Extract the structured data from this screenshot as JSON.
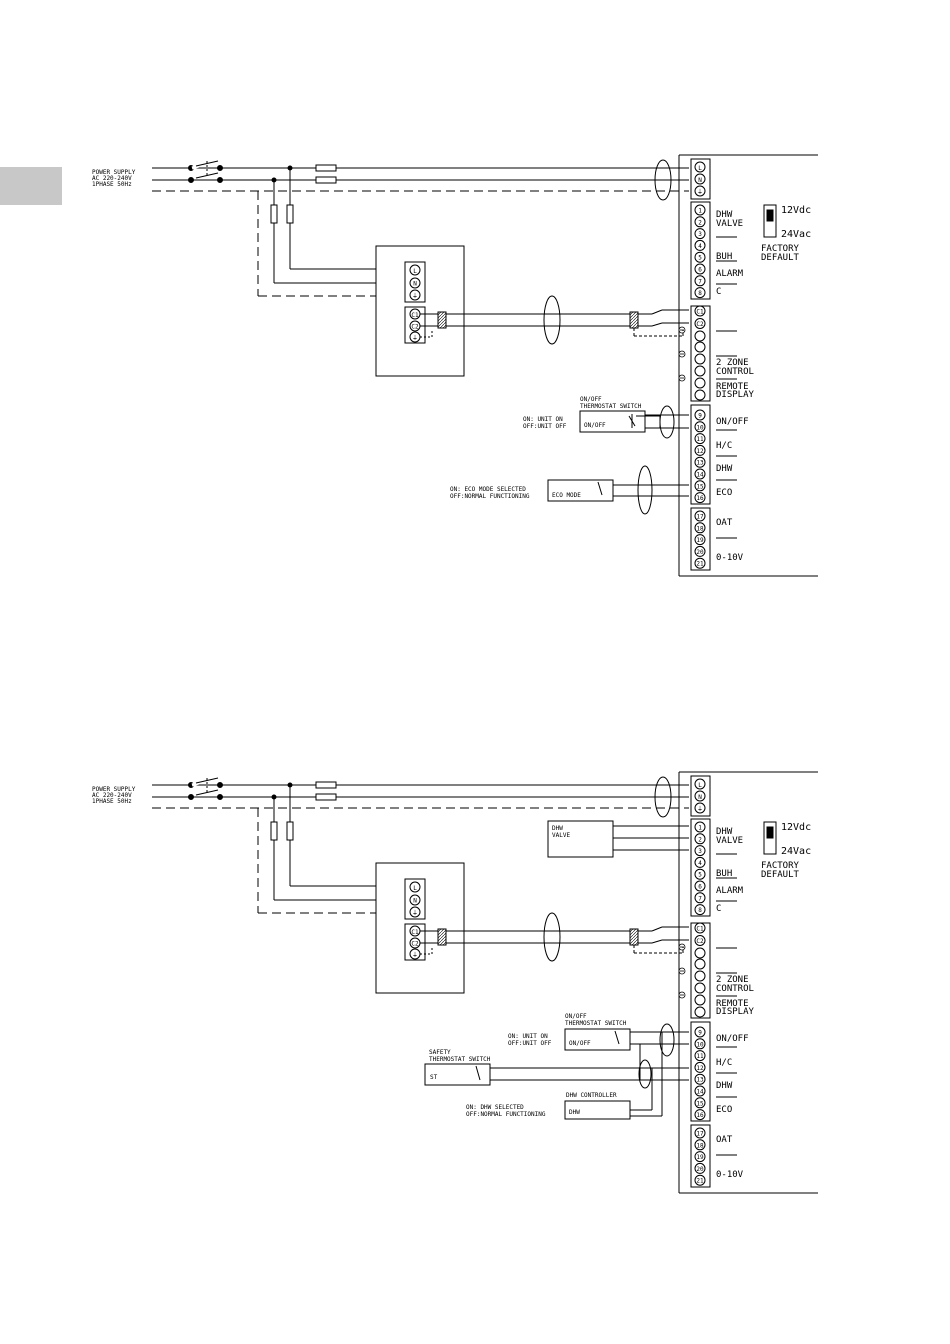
{
  "page": {
    "side_tab_color": "#c8c8c8"
  },
  "power_supply": [
    "POWER SUPPLY",
    "AC 220-240V",
    "1PHASE 50Hz"
  ],
  "indoor_power_terminals": [
    "L",
    "N",
    "⏚"
  ],
  "indoor_comm_terminals": [
    "C1",
    "C2",
    "⏚"
  ],
  "top_terminals": [
    "L",
    "N",
    "⏚"
  ],
  "numbered_terminals": [
    "1",
    "2",
    "3",
    "4",
    "5",
    "6",
    "7",
    "8"
  ],
  "comm_terminals": [
    "C1",
    "C2"
  ],
  "lower_terminals": [
    "9",
    "10",
    "11",
    "12",
    "13",
    "14",
    "15",
    "16"
  ],
  "analog_terminals": [
    "17",
    "18",
    "19",
    "20",
    "21"
  ],
  "board_labels": {
    "dhw_valve": [
      "DHW",
      "VALVE"
    ],
    "buh": "BUH",
    "alarm": "ALARM",
    "c": "C",
    "zone_control": [
      "2 ZONE",
      "CONTROL"
    ],
    "remote_display": [
      "REMOTE",
      "DISPLAY"
    ],
    "on_off": "ON/OFF",
    "h_c": "H/C",
    "dhw": "DHW",
    "eco": "ECO",
    "oat": "OAT",
    "v010": "0-10V"
  },
  "dip_switch": {
    "top": "12Vdc",
    "bottom": "24Vac",
    "note": [
      "FACTORY",
      "DEFAULT"
    ]
  },
  "diagram1": {
    "thermostat_title": [
      "ON/OFF",
      "THERMOSTAT SWITCH"
    ],
    "thermostat_box": "ON/OFF",
    "thermostat_note": [
      "ON: UNIT ON",
      "OFF:UNIT OFF"
    ],
    "eco_note": [
      "ON: ECO MODE SELECTED",
      "OFF:NORMAL FUNCTIONING"
    ],
    "eco_box": "ECO MODE"
  },
  "diagram2": {
    "dhw_valve_box": [
      "DHW",
      "VALVE"
    ],
    "thermostat_title": [
      "ON/OFF",
      "THERMOSTAT SWITCH"
    ],
    "thermostat_box": "ON/OFF",
    "thermostat_note": [
      "ON: UNIT ON",
      "OFF:UNIT OFF"
    ],
    "safety_title": [
      "SAFETY",
      "THERMOSTAT SWITCH"
    ],
    "safety_box": "ST",
    "dhw_controller_title": "DHW CONTROLLER",
    "dhw_controller_box": "DHW",
    "dhw_note": [
      "ON: DHW SELECTED",
      "OFF:NORMAL FUNCTIONING"
    ]
  }
}
